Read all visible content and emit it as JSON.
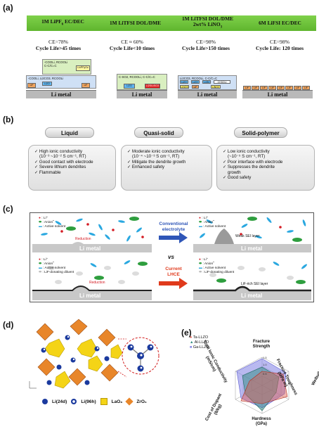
{
  "panels": {
    "a": "(a)",
    "b": "(b)",
    "c": "(c)",
    "d": "(d)",
    "e": "(e)"
  },
  "a": {
    "headers": [
      {
        "line1": "1M LiPF",
        "sub": "6",
        "line1b": " EC/DEC",
        "line2": ""
      },
      {
        "line1": "1M LiTFSI DOL/DME",
        "sub": "",
        "line1b": "",
        "line2": ""
      },
      {
        "line1": "1M LiTFSI DOL/DME",
        "sub": "",
        "line1b": "",
        "line2": "2wt% LiNO",
        "sub2": "3"
      },
      {
        "line1": "6M LiFSI EC/DEC",
        "sub": "",
        "line1b": "",
        "line2": ""
      }
    ],
    "ce": [
      "CE=78%",
      "CE ≈ 60%",
      "CE=98%",
      "CE=98%"
    ],
    "cycle": [
      "Cycle Life>45 times",
      "Cycle Life<10 times",
      "Cycle Life>150 times",
      "Cycle Life: 120 times"
    ],
    "metal_label": "Li metal",
    "sei1": {
      "top1": "-COOLi, RCOOLi",
      "top2": "C-C/C=C",
      "topchip": "LixPFyOz",
      "mid": "-COOLi, Li2CO3, RCOOLi",
      "chips": [
        "LiF",
        "Li2O",
        "LiF"
      ]
    },
    "sei2": {
      "top": "C-SO2, RCOOLi, C-C/C=C",
      "chips": [
        "Li2O",
        "Li2S/LiSO3"
      ]
    },
    "sei3": {
      "top": "Li2CO3, RCOOLi, C-C/C=C",
      "chips": [
        "Li2O",
        "Li2O",
        "Li3N",
        "LiNO3",
        "LiF",
        "CH3OLi",
        "LiNO2"
      ]
    },
    "sei4": {
      "chips": [
        "LiF",
        "LiF",
        "LiF",
        "LiF",
        "LiF",
        "LiF",
        "LiF",
        "LiF"
      ]
    }
  },
  "b": {
    "heads": [
      "Liquid",
      "Quasi-solid",
      "Solid-polymer"
    ],
    "liquid": [
      "High ionic conductivity",
      "(10⁻³ ~10⁻² S cm⁻¹, RT)",
      "Good contact with electrode",
      "Severe lithium dendrites",
      "Flammable"
    ],
    "quasi": [
      "Moderate ionic conductivity",
      "(10⁻⁴ ~10⁻³ S cm⁻¹, RT)",
      "Mitigate the dendrite growth",
      "Enhanced safety"
    ],
    "polymer": [
      "Low ionic conductivity",
      "(~10⁻⁵ S cm⁻¹, RT)",
      "Poor interface with electrode",
      "Suppresses the dendrite",
      "growth",
      "Good safety"
    ],
    "check": "✓"
  },
  "c": {
    "legend1": [
      "Li⁺",
      "Anion⁻",
      "Active solvent"
    ],
    "legend2": [
      "Li⁺",
      "Anion⁻",
      "Active solvent",
      "LiF-donating diluent"
    ],
    "reduction": "Reduction",
    "conventional": "Conventional",
    "electrolyte": "electrolyte",
    "vs": "vs",
    "current": "Current",
    "lhce": "LHCE",
    "weak_sei": "Weak SEI layer",
    "lif_sei": "LiF-rich SEI layer",
    "metal": "Li metal",
    "colors": {
      "arrow1": "#2f56b8",
      "arrow2": "#e03a1c",
      "solvent": "#2aa8e0",
      "anion": "#2e9e3e",
      "li": "#d41c24"
    }
  },
  "d": {
    "legend": [
      "Li(24d)",
      "Li(96h)",
      "LaO₈",
      "ZrO₆"
    ]
  },
  "e": {
    "legend": [
      "Ta-LLZO",
      "Al-LLZO",
      "Ga-LLZO"
    ],
    "legend_colors": [
      "#e05b4c",
      "#2f8c80",
      "#8a8ae6"
    ],
    "axes": [
      "Fracture Strength",
      "Fracture Toughness (MPa m)",
      "Weibull Modulus",
      "Hardness (GPa)",
      "Cost of Dopant ($/kg)",
      "Total Ionic Conductivity (mS/cm)"
    ],
    "ticks": [
      "0.5",
      "1.0",
      "1.5"
    ]
  }
}
